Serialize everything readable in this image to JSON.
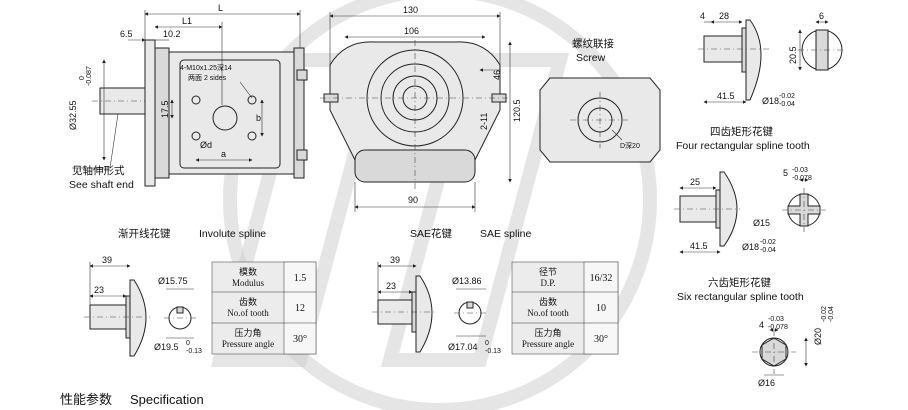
{
  "front_view": {
    "dim_L": "L",
    "dim_L1": "L1",
    "dim_6_5": "6.5",
    "dim_10_2": "10.2",
    "dim_17_5": "17.5",
    "dim_a": "a",
    "dim_b": "b",
    "dim_d": "Ød",
    "shaft_dia": "Ø32.55",
    "shaft_tol_upper": "0",
    "shaft_tol_lower": "-0.087",
    "thread_note_1": "4-M10x1.25深14",
    "thread_note_2": "两面 2 sides",
    "shaft_end_cn": "见轴伸形式",
    "shaft_end_en": "See shaft end"
  },
  "side_view": {
    "dim_130": "130",
    "dim_106": "106",
    "dim_46": "46",
    "dim_2_11": "2-11",
    "dim_120_5": "120.5",
    "dim_90": "90"
  },
  "screw_view": {
    "title_cn": "螺纹联接",
    "title_en": "Screw",
    "depth_label": "D深20"
  },
  "four_spline": {
    "dim_4": "4",
    "dim_28": "28",
    "dim_6": "6",
    "dim_20_5": "20.5",
    "dim_41_5": "41.5",
    "dia_18": "Ø18",
    "dia_18_tol_upper": "-0.02",
    "dia_18_tol_lower": "-0.04",
    "title_cn": "四齿矩形花键",
    "title_en": "Four rectangular spline tooth"
  },
  "four_spline_b": {
    "dim_25": "25",
    "dim_5": "5",
    "dim_5_tol_upper": "-0.03",
    "dim_5_tol_lower": "-0.078",
    "dia_15": "Ø15",
    "dim_41_5": "41.5",
    "dia_18": "Ø18",
    "dia_18_tol_upper": "-0.02",
    "dia_18_tol_lower": "-0.04"
  },
  "six_spline": {
    "title_cn": "六齿矩形花键",
    "title_en": "Six rectangular spline tooth",
    "dim_4": "4",
    "dim_4_tol_upper": "-0.03",
    "dim_4_tol_lower": "-0.078",
    "dia_20": "Ø20",
    "dia_20_tol_upper": "-0.02",
    "dia_20_tol_lower": "-0.04",
    "dia_16": "Ø16"
  },
  "involute_spline": {
    "title_cn": "渐开线花键",
    "title_en": "Involute spline",
    "dim_39": "39",
    "dim_23": "23",
    "dia_15_75": "Ø15.75",
    "dia_19_5": "Ø19.5",
    "dia_19_5_tol_upper": "0",
    "dia_19_5_tol_lower": "-0.13",
    "table": [
      {
        "label_cn": "模数",
        "label_en": "Modulus",
        "value": "1.5"
      },
      {
        "label_cn": "齿数",
        "label_en": "No.of tooth",
        "value": "12"
      },
      {
        "label_cn": "压力角",
        "label_en": "Pressure angle",
        "value": "30°"
      }
    ]
  },
  "sae_spline": {
    "title_cn": "SAE花键",
    "title_en": "SAE spline",
    "dim_39": "39",
    "dim_23": "23",
    "dia_13_86": "Ø13.86",
    "dia_17_04": "Ø17.04",
    "dia_17_04_tol_upper": "0",
    "dia_17_04_tol_lower": "-0.13",
    "table": [
      {
        "label_cn": "径节",
        "label_en": "D.P.",
        "value": "16/32"
      },
      {
        "label_cn": "齿数",
        "label_en": "No.of tooth",
        "value": "10"
      },
      {
        "label_cn": "压力角",
        "label_en": "Pressure angle",
        "value": "30°"
      }
    ]
  },
  "footer": {
    "spec_cn": "性能参数",
    "spec_en": "Specification"
  }
}
